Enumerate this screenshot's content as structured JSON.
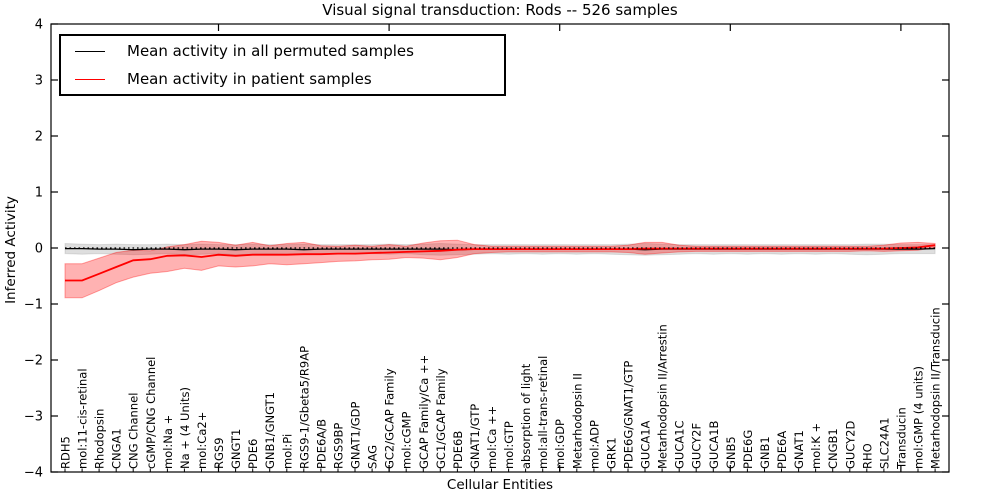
{
  "chart_data": {
    "type": "line",
    "title": "Visual signal transduction: Rods -- 526 samples",
    "xlabel": "Cellular Entities",
    "ylabel": "Inferred Activity",
    "ylim": [
      -4,
      4
    ],
    "yticks": [
      -4,
      -3,
      -2,
      -1,
      0,
      1,
      2,
      3,
      4
    ],
    "ytick_labels": [
      "−4",
      "−3",
      "−2",
      "−1",
      "0",
      "1",
      "2",
      "3",
      "4"
    ],
    "grid": false,
    "legend_position": "upper left",
    "sample_count": "526",
    "categories": [
      "RDH5",
      "mol:11-cis-retinal",
      "Rhodopsin",
      "CNGA1",
      "CNG Channel",
      "cGMP/CNG Channel",
      "mol:Na +",
      "Na + (4 Units)",
      "mol:Ca2+",
      "RGS9",
      "GNGT1",
      "PDE6",
      "GNB1/GNGT1",
      "mol:Pi",
      "RGS9-1/Gbeta5/R9AP",
      "PDE6A/B",
      "RGS9BP",
      "GNAT1/GDP",
      "SAG",
      "GC2/GCAP Family",
      "mol:cGMP",
      "GCAP Family/Ca ++",
      "GC1/GCAP Family",
      "PDE6B",
      "GNAT1/GTP",
      "mol:Ca ++",
      "mol:GTP",
      "absorption of light",
      "mol:all-trans-retinal",
      "mol:GDP",
      "Metarhodopsin II",
      "mol:ADP",
      "GRK1",
      "PDE6G/GNAT1/GTP",
      "GUCA1A",
      "Metarhodopsin II/Arrestin",
      "GUCA1C",
      "GUCY2F",
      "GUCA1B",
      "GNB5",
      "PDE6G",
      "GNB1",
      "PDE6A",
      "GNAT1",
      "mol:K +",
      "CNGB1",
      "GUCY2D",
      "RHO",
      "SLC24A1",
      "Transducin",
      "mol:GMP (4 units)",
      "Metarhodopsin II/Transducin"
    ],
    "series": [
      {
        "name": "Mean activity in all permuted samples",
        "color": "#000000",
        "width": 1.3,
        "band_fill": "rgba(0,0,0,0.13)",
        "band_edge": "rgba(0,0,0,0.10)",
        "values": [
          -0.01,
          -0.01,
          -0.02,
          -0.02,
          -0.03,
          -0.02,
          -0.02,
          -0.03,
          -0.02,
          -0.02,
          -0.03,
          -0.02,
          -0.02,
          -0.02,
          -0.03,
          -0.02,
          -0.02,
          -0.02,
          -0.02,
          -0.02,
          -0.02,
          -0.02,
          -0.02,
          -0.03,
          -0.02,
          -0.02,
          -0.02,
          -0.02,
          -0.02,
          -0.02,
          -0.02,
          -0.02,
          -0.02,
          -0.02,
          -0.03,
          -0.02,
          -0.02,
          -0.02,
          -0.02,
          -0.02,
          -0.02,
          -0.02,
          -0.02,
          -0.02,
          -0.02,
          -0.02,
          -0.02,
          -0.02,
          -0.02,
          -0.02,
          -0.02,
          -0.01
        ],
        "band_upper": [
          0.08,
          0.07,
          0.06,
          0.07,
          0.06,
          0.06,
          0.07,
          0.06,
          0.07,
          0.06,
          0.06,
          0.07,
          0.06,
          0.06,
          0.07,
          0.06,
          0.06,
          0.06,
          0.06,
          0.07,
          0.06,
          0.07,
          0.08,
          0.07,
          0.06,
          0.06,
          0.06,
          0.06,
          0.06,
          0.06,
          0.06,
          0.06,
          0.06,
          0.07,
          0.08,
          0.07,
          0.06,
          0.06,
          0.06,
          0.06,
          0.06,
          0.06,
          0.06,
          0.06,
          0.06,
          0.06,
          0.06,
          0.07,
          0.07,
          0.06,
          0.06,
          0.06
        ],
        "band_lower": [
          -0.1,
          -0.11,
          -0.1,
          -0.11,
          -0.12,
          -0.11,
          -0.1,
          -0.12,
          -0.11,
          -0.1,
          -0.12,
          -0.11,
          -0.1,
          -0.11,
          -0.12,
          -0.11,
          -0.1,
          -0.11,
          -0.1,
          -0.11,
          -0.1,
          -0.12,
          -0.13,
          -0.12,
          -0.11,
          -0.1,
          -0.11,
          -0.1,
          -0.11,
          -0.1,
          -0.11,
          -0.1,
          -0.11,
          -0.12,
          -0.13,
          -0.12,
          -0.11,
          -0.1,
          -0.11,
          -0.1,
          -0.11,
          -0.1,
          -0.11,
          -0.1,
          -0.11,
          -0.1,
          -0.11,
          -0.12,
          -0.11,
          -0.1,
          -0.1,
          -0.1
        ]
      },
      {
        "name": "Mean activity in patient samples",
        "color": "#ff0000",
        "width": 1.8,
        "band_fill": "rgba(255,0,0,0.30)",
        "band_edge": "rgba(255,0,0,0.35)",
        "values": [
          -0.58,
          -0.58,
          -0.46,
          -0.34,
          -0.22,
          -0.2,
          -0.14,
          -0.13,
          -0.16,
          -0.12,
          -0.14,
          -0.12,
          -0.12,
          -0.12,
          -0.11,
          -0.11,
          -0.1,
          -0.1,
          -0.09,
          -0.08,
          -0.07,
          -0.06,
          -0.05,
          -0.03,
          -0.02,
          -0.02,
          -0.02,
          -0.02,
          -0.02,
          -0.02,
          -0.02,
          -0.02,
          -0.02,
          -0.02,
          -0.01,
          -0.01,
          -0.01,
          -0.01,
          -0.01,
          -0.01,
          -0.01,
          -0.01,
          -0.01,
          -0.01,
          -0.01,
          -0.01,
          -0.01,
          -0.01,
          -0.01,
          0.0,
          0.01,
          0.05
        ],
        "band_upper": [
          -0.28,
          -0.28,
          -0.18,
          -0.08,
          -0.04,
          -0.05,
          0.02,
          0.06,
          0.12,
          0.1,
          0.05,
          0.1,
          0.04,
          0.08,
          0.1,
          0.04,
          0.03,
          0.05,
          0.03,
          0.06,
          0.03,
          0.09,
          0.13,
          0.14,
          0.06,
          0.03,
          0.03,
          0.03,
          0.03,
          0.03,
          0.03,
          0.03,
          0.03,
          0.05,
          0.1,
          0.1,
          0.05,
          0.03,
          0.03,
          0.03,
          0.03,
          0.03,
          0.03,
          0.03,
          0.03,
          0.03,
          0.03,
          0.03,
          0.05,
          0.09,
          0.1,
          0.08
        ],
        "band_lower": [
          -0.89,
          -0.89,
          -0.76,
          -0.62,
          -0.52,
          -0.45,
          -0.42,
          -0.36,
          -0.4,
          -0.32,
          -0.34,
          -0.32,
          -0.28,
          -0.3,
          -0.28,
          -0.26,
          -0.24,
          -0.23,
          -0.21,
          -0.2,
          -0.17,
          -0.18,
          -0.21,
          -0.17,
          -0.1,
          -0.08,
          -0.07,
          -0.07,
          -0.07,
          -0.07,
          -0.07,
          -0.07,
          -0.07,
          -0.08,
          -0.11,
          -0.09,
          -0.07,
          -0.06,
          -0.06,
          -0.06,
          -0.06,
          -0.06,
          -0.06,
          -0.06,
          -0.06,
          -0.06,
          -0.06,
          -0.05,
          -0.06,
          -0.05,
          -0.04,
          0.01
        ]
      }
    ],
    "zero_line": {
      "style": "dotted",
      "color": "#000000",
      "y": 0
    }
  }
}
